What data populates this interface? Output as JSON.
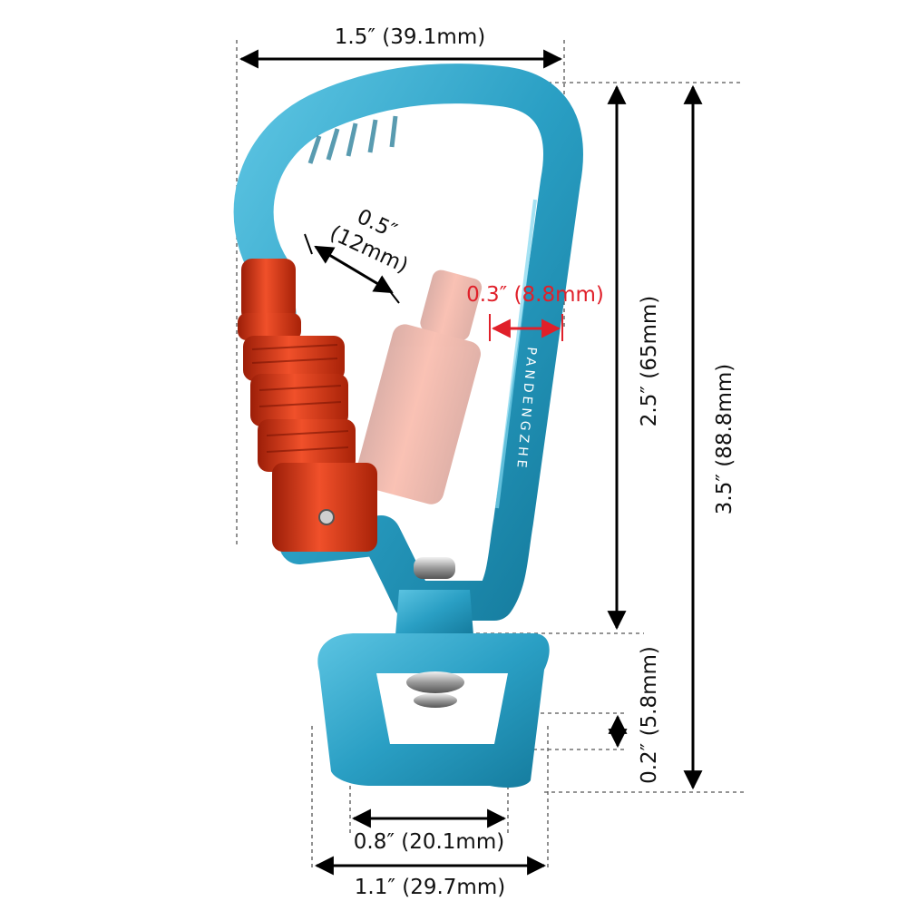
{
  "product": {
    "brand": "PANDENGZHE",
    "body_color": "#2a9fc4",
    "gate_color": "#e0401c"
  },
  "dimensions": {
    "width_top": "1.5″ (39.1mm)",
    "gate_opening_in": "0.5″",
    "gate_opening_mm": "(12mm)",
    "spine_thickness": "0.3″ (8.8mm)",
    "body_length": "2.5″ (65mm)",
    "total_length": "3.5″ (88.8mm)",
    "swivel_height": "0.2″ (5.8mm)",
    "swivel_inner_width": "0.8″ (20.1mm)",
    "swivel_outer_width": "1.1″ (29.7mm)"
  }
}
